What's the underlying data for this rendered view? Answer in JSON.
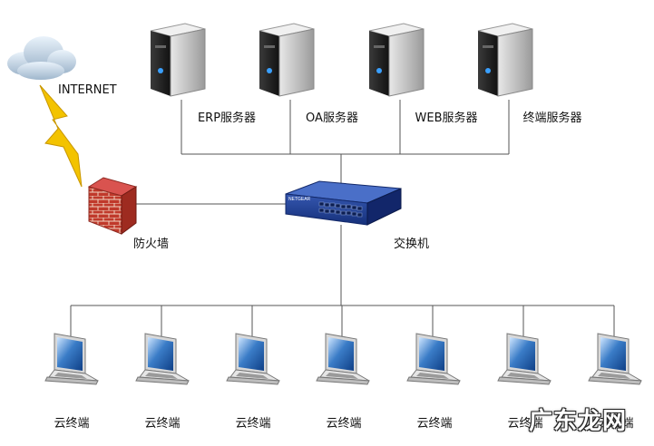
{
  "internet": {
    "label": "INTERNET"
  },
  "servers": [
    {
      "label": "ERP服务器"
    },
    {
      "label": "OA服务器"
    },
    {
      "label": "WEB服务器"
    },
    {
      "label": "终端服务器"
    }
  ],
  "switch": {
    "label": "交换机",
    "brand": "NETGEAR"
  },
  "firewall": {
    "label": "防火墙"
  },
  "clients": [
    {
      "label": "云终端"
    },
    {
      "label": "云终端"
    },
    {
      "label": "云终端"
    },
    {
      "label": "云终端"
    },
    {
      "label": "云终端"
    },
    {
      "label": "云终端"
    },
    {
      "label": "云终端"
    }
  ],
  "watermark": {
    "text": "广东龙网"
  },
  "colors": {
    "line": "#555555",
    "server_body": "#2b2b2b",
    "switch_blue": "#1f3f8f",
    "firewall_brick": "#c0392b",
    "lightning": "#f3c300",
    "laptop_screen": "#3a7cc7"
  }
}
